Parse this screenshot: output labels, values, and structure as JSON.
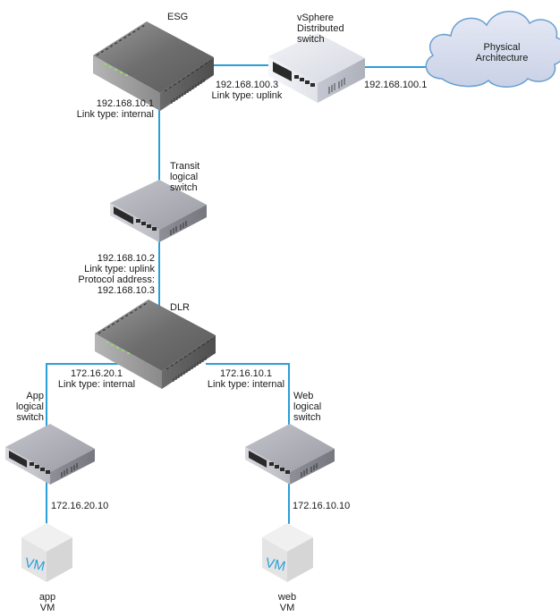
{
  "colors": {
    "link": "#2b9fd8",
    "router_body": "#8a8a8a",
    "switch_body": "#a8a9b0",
    "vsphere_switch_body": "#dfe2ea",
    "cloud_fill": "#d6dcec",
    "cloud_stroke": "#6a9fd0",
    "vm_face": "#e6e6e6",
    "vm_text": "#2b9fd8",
    "led": "#8fd86a"
  },
  "nodes": {
    "esg": {
      "label": "ESG",
      "type": "router"
    },
    "vds": {
      "label_lines": [
        "vSphere",
        "Distributed",
        "switch"
      ],
      "type": "switch"
    },
    "physical": {
      "label_lines": [
        "Physical",
        "Architecture"
      ],
      "type": "cloud"
    },
    "transit": {
      "label_lines": [
        "Transit",
        "logical",
        "switch"
      ],
      "type": "switch"
    },
    "dlr": {
      "label": "DLR",
      "type": "router"
    },
    "app_ls": {
      "label_lines": [
        "App",
        "logical",
        "switch"
      ],
      "type": "switch"
    },
    "web_ls": {
      "label_lines": [
        "Web",
        "logical",
        "switch"
      ],
      "type": "switch"
    },
    "app_vm": {
      "label_lines": [
        "app",
        "VM"
      ],
      "icon_text": "VM",
      "type": "vm"
    },
    "web_vm": {
      "label_lines": [
        "web",
        "VM"
      ],
      "icon_text": "VM",
      "type": "vm"
    }
  },
  "links": {
    "esg_vds": {
      "lines": [
        "192.168.100.3",
        "Link type: uplink"
      ]
    },
    "vds_physical": {
      "lines": [
        "192.168.100.1"
      ]
    },
    "esg_transit": {
      "lines": [
        "192.168.10.1",
        "Link type: internal"
      ]
    },
    "transit_dlr": {
      "lines": [
        "192.168.10.2",
        "Link type: uplink",
        "Protocol address:",
        "192.168.10.3"
      ]
    },
    "dlr_app": {
      "lines": [
        "172.16.20.1",
        "Link type: internal"
      ]
    },
    "dlr_web": {
      "lines": [
        "172.16.10.1",
        "Link type: internal"
      ]
    },
    "app_vm_link": {
      "lines": [
        "172.16.20.10"
      ]
    },
    "web_vm_link": {
      "lines": [
        "172.16.10.10"
      ]
    }
  }
}
